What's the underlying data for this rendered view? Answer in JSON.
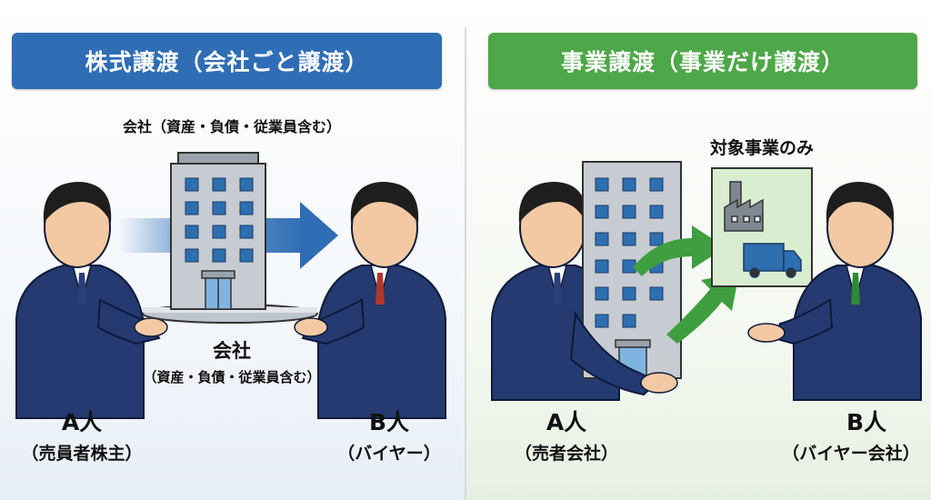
{
  "left_panel": {
    "title": "株式譲渡（会社ごと譲渡）",
    "company_caption_top": "会社（資産・負債・従業員含む）",
    "company_label": "会社",
    "company_caption_bottom": "（資産・負債・従業員含む）",
    "person_a_name": "A人",
    "person_a_role": "（売員者株主）",
    "person_b_name": "B人",
    "person_b_role": "（バイヤー）",
    "banner_color": "#2f6db5",
    "arrow_color": "#2f6db5"
  },
  "right_panel": {
    "title": "事業譲渡（事業だけ譲渡）",
    "business_caption": "対象事業のみ",
    "person_a_name": "A人",
    "person_a_role": "（売者会社）",
    "person_b_name": "B人",
    "person_b_role": "（バイヤー会社）",
    "banner_color": "#4ea748",
    "arrow_color": "#3f9e3f"
  },
  "icons": [
    "building-icon",
    "factory-icon",
    "truck-icon",
    "arrow-right-icon"
  ]
}
